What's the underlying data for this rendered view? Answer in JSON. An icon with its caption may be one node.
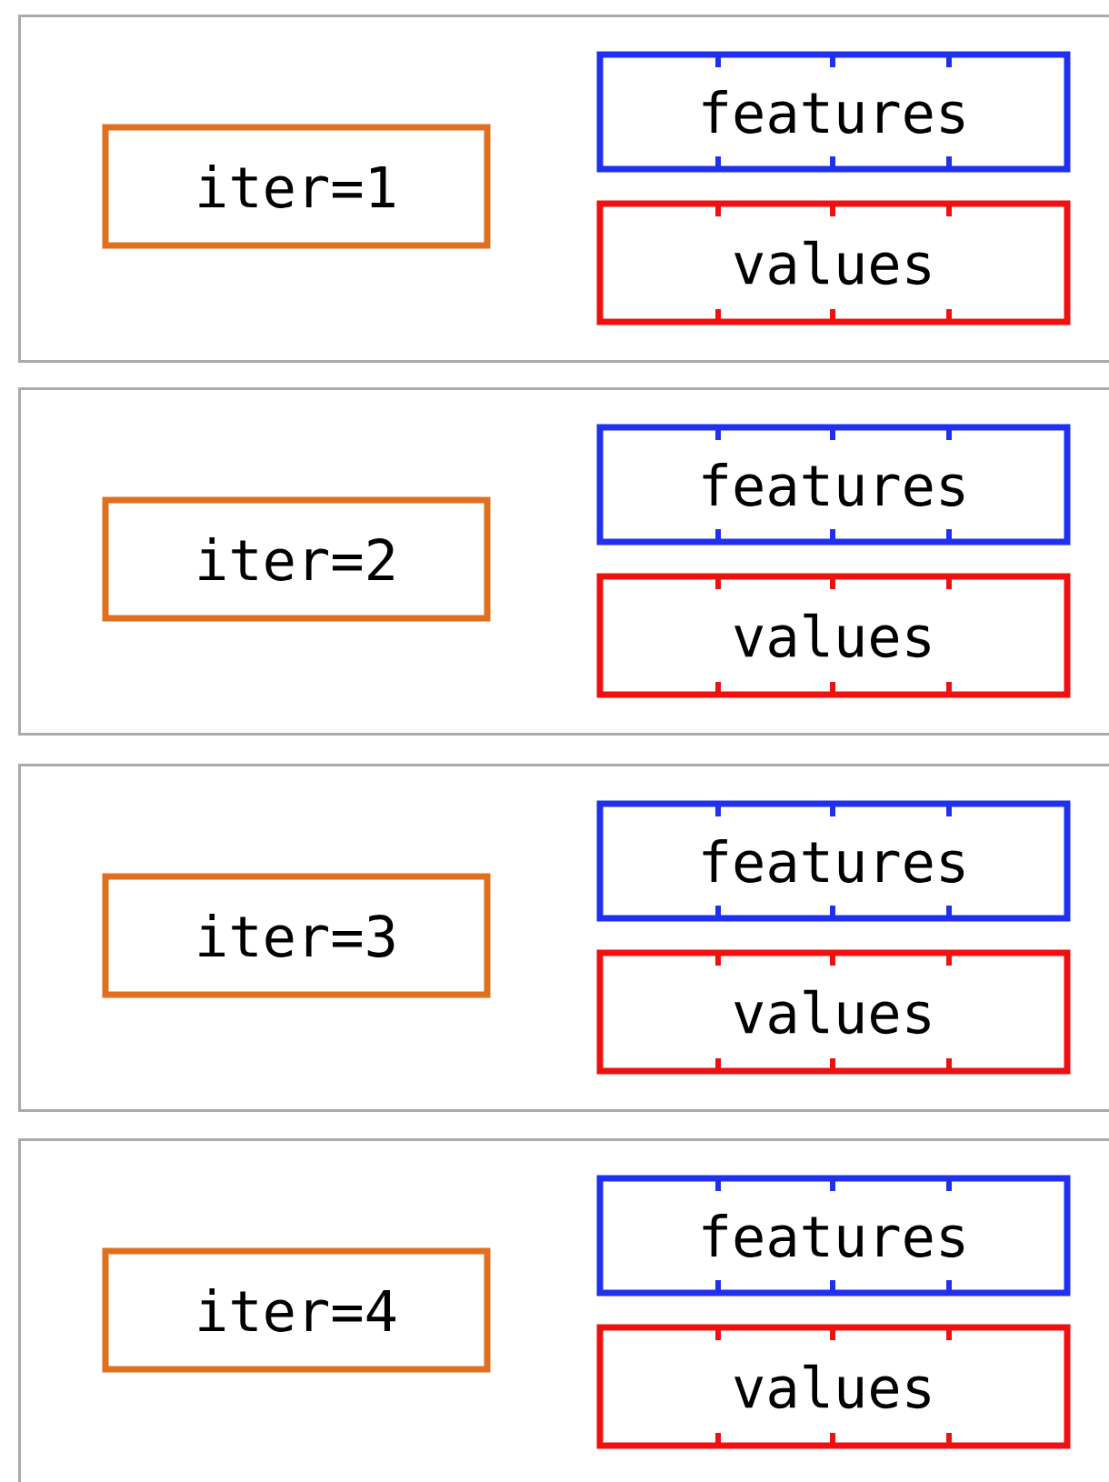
{
  "diagram": {
    "nodes": [
      {
        "text": [],
        "shape": "box"
      },
      {
        "text": [
          "iter=1"
        ],
        "in": 0
      },
      {
        "text": [
          "features"
        ],
        "in": 0
      },
      {
        "text": [
          "values"
        ],
        "in": 0
      },
      {
        "text": [],
        "shape": "box"
      },
      {
        "text": [
          "iter=2"
        ],
        "in": 4
      },
      {
        "text": [
          "features"
        ],
        "in": 4
      },
      {
        "text": [
          "values"
        ],
        "in": 4
      },
      {
        "text": [],
        "shape": "box"
      },
      {
        "text": [
          "iter=3"
        ],
        "in": 8
      },
      {
        "text": [
          "features"
        ],
        "in": 8
      },
      {
        "text": [
          "values"
        ],
        "in": 8
      },
      {
        "text": [],
        "shape": "box"
      },
      {
        "text": [
          "iter=4"
        ],
        "in": 12
      },
      {
        "text": [
          "features"
        ],
        "in": 12
      },
      {
        "text": [
          "values"
        ],
        "in": 12
      }
    ]
  }
}
